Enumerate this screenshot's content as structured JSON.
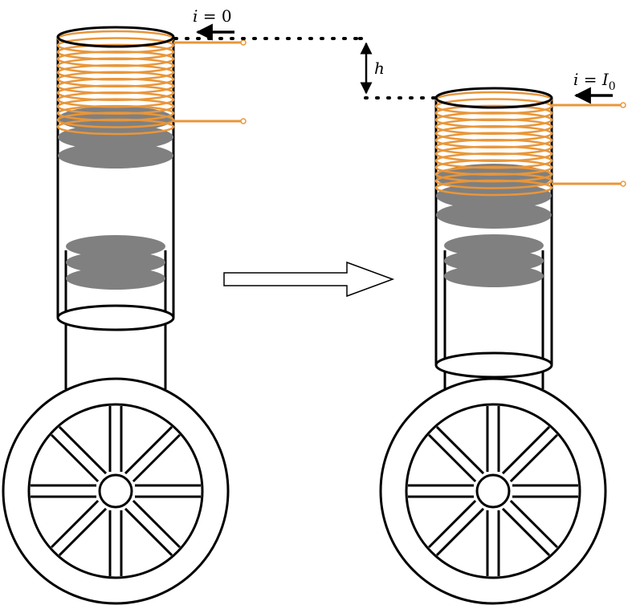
{
  "labels": {
    "left_current_var": "i",
    "left_current_eq": " = 0",
    "right_current_var": "i",
    "right_current_eq": " = ",
    "right_current_symbol": "I",
    "right_current_subscript": "0",
    "height_symbol": "h"
  },
  "colors": {
    "coil": "#E8963A",
    "magnet_gray": "#808080",
    "outline": "#000000",
    "background": "#FFFFFF"
  },
  "icons": {
    "left_current_arrow": "arrow-left",
    "right_current_arrow": "arrow-left",
    "height_arrow": "double-arrow-vertical",
    "transition_arrow": "hollow-arrow-right"
  }
}
